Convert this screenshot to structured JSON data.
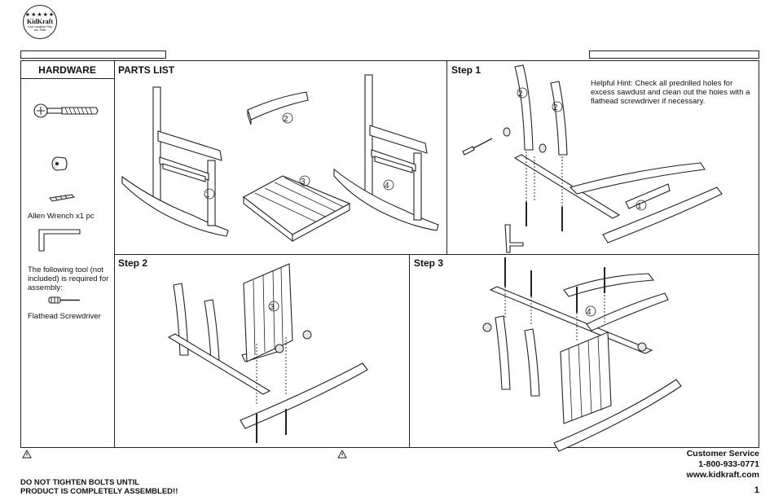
{
  "logo": {
    "stars": "★★★★★",
    "name": "KidKraft",
    "tagline": "Love Laughter Play",
    "est": "est. 1968"
  },
  "hardware": {
    "title": "HARDWARE",
    "allen_wrench_label": "Allen Wrench x1 pc",
    "tool_note": "The following tool (not included) is required for assembly:",
    "screwdriver_label": "Flathead Screwdriver"
  },
  "parts_list": {
    "title": "PARTS LIST",
    "labels": [
      "1",
      "2",
      "3",
      "4"
    ]
  },
  "step1": {
    "title": "Step 1",
    "hint": "Helpful Hint: Check all predrilled holes for excess sawdust and clean out the holes with a flathead screwdriver if necessary.",
    "labels": [
      "2",
      "2",
      "1"
    ]
  },
  "step2": {
    "title": "Step 2",
    "labels": [
      "3"
    ]
  },
  "step3": {
    "title": "Step 3",
    "labels": [
      "4"
    ]
  },
  "footer": {
    "warning_line1": "DO NOT TIGHTEN BOLTS UNTIL",
    "warning_line2": "PRODUCT IS COMPLETELY ASSEMBLED!!",
    "customer_service": "Customer Service",
    "phone": "1-800-933-0771",
    "website": "www.kidkraft.com",
    "page_number": "1"
  }
}
